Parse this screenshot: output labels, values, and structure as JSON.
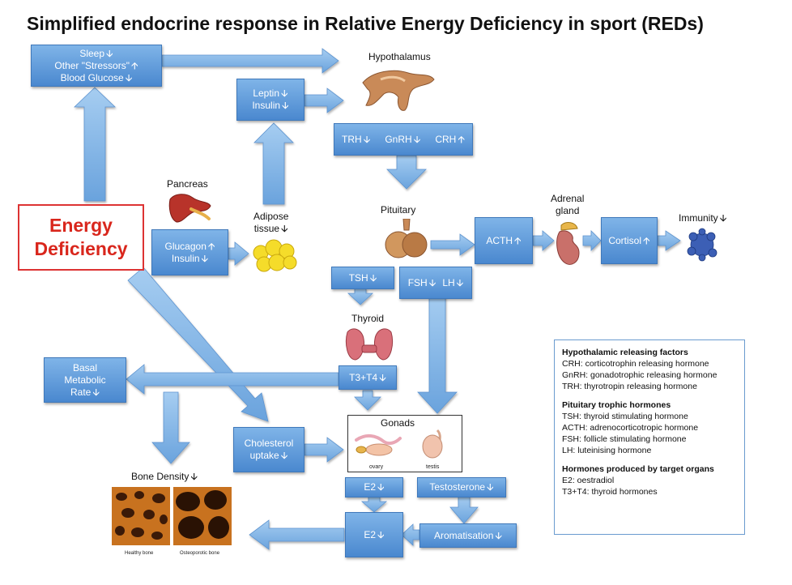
{
  "title": "Simplified endocrine response in Relative Energy Deficiency in sport (REDs)",
  "arrow_glyph_down": "🡫",
  "arrow_glyph_up": "🡩",
  "energy_deficiency": {
    "line1": "Energy",
    "line2": "Deficiency"
  },
  "stress_box": {
    "sleep": "Sleep",
    "other": "Other \"Stressors\"",
    "glucose": "Blood Glucose"
  },
  "leptin_box": {
    "leptin": "Leptin",
    "insulin": "Insulin"
  },
  "hypothalamus_label": "Hypothalamus",
  "releasing_box": {
    "trh": "TRH",
    "gnrh": "GnRH",
    "crh": "CRH"
  },
  "pancreas_label": "Pancreas",
  "glucagon_box": {
    "glucagon": "Glucagon",
    "insulin": "Insulin"
  },
  "adipose_label": {
    "line1": "Adipose",
    "line2": "tissue"
  },
  "pituitary_label": "Pituitary",
  "adrenal_label": {
    "line1": "Adrenal",
    "line2": "gland"
  },
  "acth_box": "ACTH",
  "cortisol_box": "Cortisol",
  "immunity_label": "Immunity",
  "tsh_box": "TSH",
  "fsh_lh_box": {
    "fsh": "FSH",
    "lh": "LH"
  },
  "thyroid_label": "Thyroid",
  "bmr_box": {
    "line1": "Basal",
    "line2": "Metabolic",
    "line3": "Rate"
  },
  "t3t4_box": "T3+T4",
  "cholesterol_box": {
    "line1": "Cholesterol",
    "line2": "uptake"
  },
  "gonads": {
    "title": "Gonads",
    "ovary": "ovary",
    "testis": "testis"
  },
  "bone_label": "Bone Density",
  "bone_captions": {
    "healthy": "Healthy bone",
    "osteoporotic": "Osteoporotic bone"
  },
  "e2_box_top": "E2",
  "testosterone_box": "Testosterone",
  "e2_box_bottom": "E2",
  "aromatisation_box": "Aromatisation",
  "legend": {
    "section1_title": "Hypothalamic releasing factors",
    "section1_items": [
      "CRH: corticotrophin releasing hormone",
      "GnRH: gonadotrophic releasing hormone",
      "TRH: thyrotropin releasing hormone"
    ],
    "section2_title": "Pituitary trophic hormones",
    "section2_items": [
      "TSH: thyroid stimulating hormone",
      "ACTH: adrenocorticotropic hormone",
      "FSH: follicle stimulating hormone",
      "LH: luteinising hormone"
    ],
    "section3_title": "Hormones produced by target organs",
    "section3_items": [
      "E2: oestradiol",
      "T3+T4: thyroid hormones"
    ]
  },
  "colors": {
    "box_top": "#7fb4e8",
    "box_bottom": "#4a88cf",
    "arrow": "#8dbbe8",
    "energy_red": "#d9261c"
  }
}
